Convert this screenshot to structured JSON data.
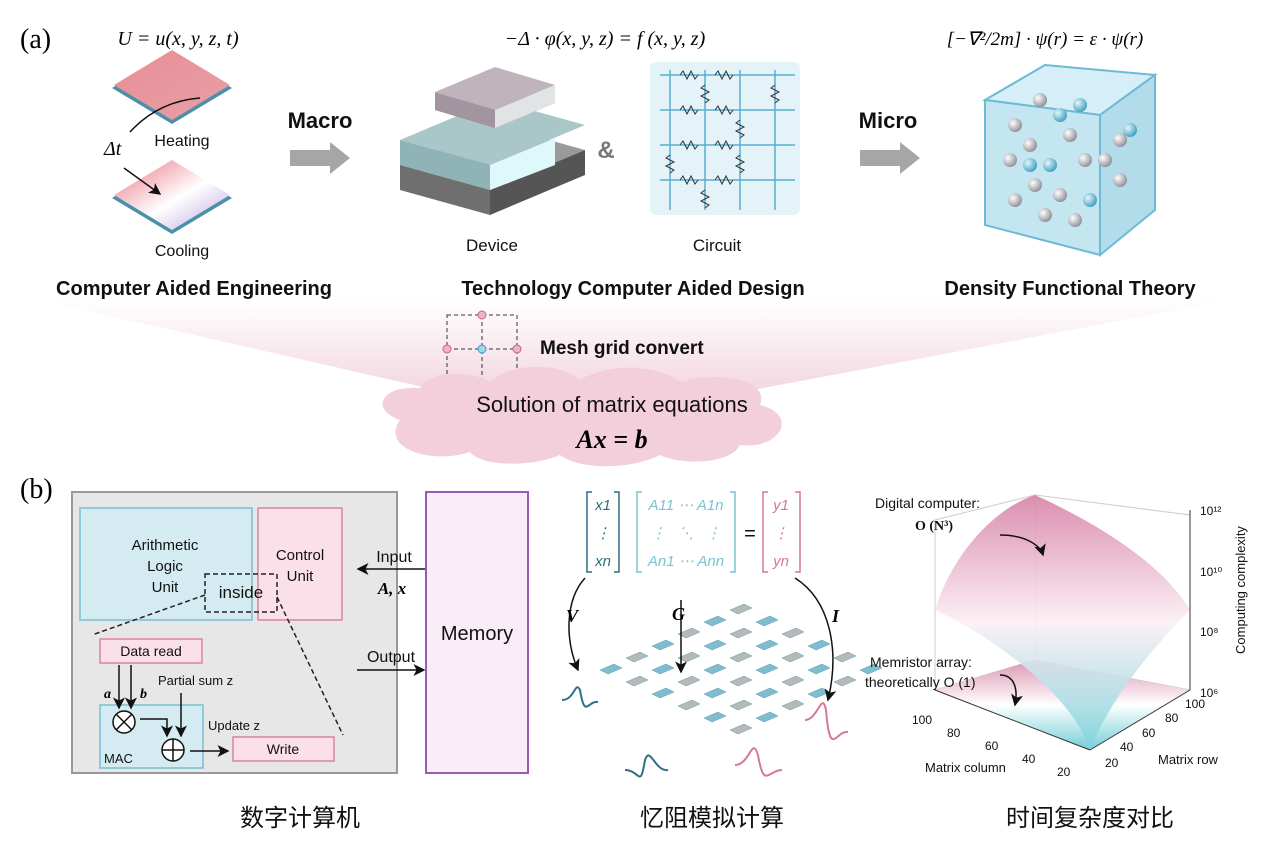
{
  "panel_a": {
    "label": "(a)",
    "cae": {
      "formula": "U = u(x, y, z, t)",
      "heating": "Heating",
      "cooling": "Cooling",
      "delta_t": "Δt",
      "title": "Computer Aided Engineering"
    },
    "macro": "Macro",
    "tcad": {
      "formula": "−Δ · φ(x, y, z) = f (x, y, z)",
      "device": "Device",
      "amp": "&",
      "circuit": "Circuit",
      "title": "Technology Computer Aided Design"
    },
    "micro": "Micro",
    "dft": {
      "formula": "[−∇²/2m] · ψ(r) = ε · ψ(r)",
      "title": "Density Functional Theory"
    },
    "mesh_label": "Mesh grid convert",
    "cloud_title": "Solution of matrix equations",
    "cloud_equation": "Ax = b"
  },
  "panel_b": {
    "label": "(b)",
    "digital": {
      "alu": [
        "Arithmetic",
        "Logic",
        "Unit"
      ],
      "control": [
        "Control",
        "Unit"
      ],
      "inside": "inside",
      "data_read": "Data read",
      "a": "a",
      "b": "b",
      "partial_sum": "Partial sum z",
      "update": "Update z",
      "mac": "MAC",
      "write": "Write",
      "input": "Input",
      "input_vars": "A, x",
      "output": "Output",
      "memory": "Memory",
      "caption": "数字计算机"
    },
    "memristor": {
      "x_top": "x1",
      "x_dots": "⋮",
      "x_bot": "xn",
      "a_row1": "A11 ⋯ A1n",
      "a_row2": "⋮   ⋱   ⋮",
      "a_row3": "An1 ⋯ Ann",
      "equals": "=",
      "y_top": "y1",
      "y_dots": "⋮",
      "y_bot": "yn",
      "v": "V",
      "g": "G",
      "i": "I",
      "caption": "忆阻模拟计算"
    },
    "complexity": {
      "digital_label": "Digital computer:",
      "digital_order": "O (N³)",
      "memristor_label": "Memristor array:",
      "memristor_order": "theoretically O (1)",
      "z_label": "Computing complexity",
      "z_ticks": [
        "10¹²",
        "10¹⁰",
        "10⁸",
        "10⁶"
      ],
      "x_label": "Matrix column",
      "x_ticks": [
        "100",
        "80",
        "60",
        "40",
        "20"
      ],
      "y_label": "Matrix row",
      "y_ticks": [
        "100",
        "80",
        "60",
        "40",
        "20"
      ],
      "caption": "时间复杂度对比"
    }
  },
  "colors": {
    "pink": "#e8a0b4",
    "cyan": "#6cc8d6",
    "purple": "#9b59b6",
    "gray": "#a6a6a6"
  }
}
